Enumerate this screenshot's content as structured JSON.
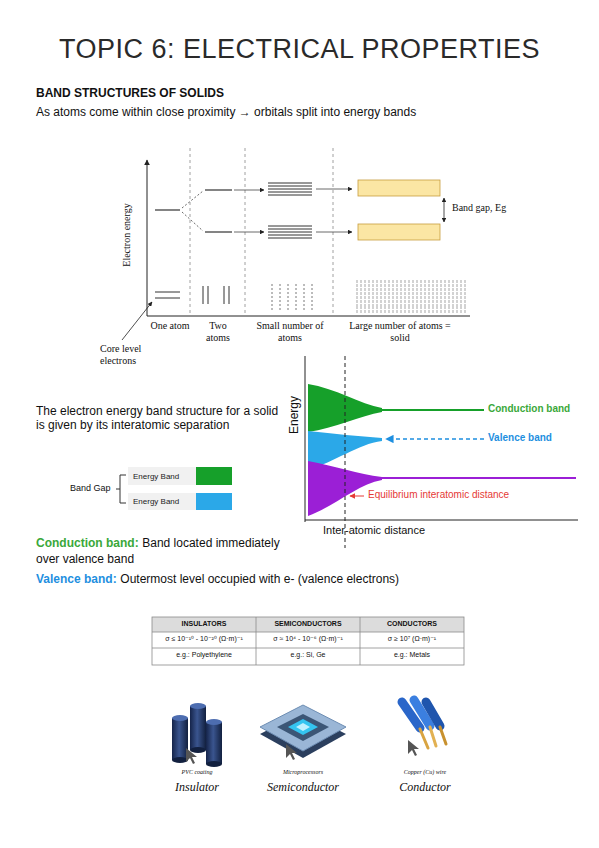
{
  "diagram": {
    "title": "TOPIC 6: ELECTRICAL PROPERTIES",
    "nodes": [
      {
        "text": [
          "Energy Band"
        ]
      },
      {
        "text": [
          "Energy Band"
        ]
      }
    ],
    "labels": [
      "BAND STRUCTURES OF SOLIDS",
      "As atoms come within close proximity → orbitals split into energy bands",
      "Electron energy",
      "Band gap, Eg",
      "One atom",
      "Two atoms",
      "Small number of atoms",
      "Large number of atoms = solid",
      "Core level electrons",
      "The electron energy band structure for a solid is given by its interatomic separation",
      "Band Gap",
      "Energy",
      "Conduction band",
      "Valence band",
      "Equilibrium interatomic distance",
      "Inter-atomic distance",
      "Conduction band:",
      "Band located immediately over valence band",
      "Valence band:",
      "Outermost level occupied with e- (valence electrons)",
      "INSULATORS",
      "SEMICONDUCTORS",
      "CONDUCTORS",
      "σ ≤ 10⁻¹⁰ - 10⁻²⁰ (Ω·m)⁻¹",
      "σ ≈ 10⁴ - 10⁻⁶ (Ω·m)⁻¹",
      "σ ≥ 10⁷ (Ω·m)⁻¹",
      "e.g.: Polyethylene",
      "e.g.: Si, Ge",
      "e.g.: Metals",
      "PVC coating",
      "Insulator",
      "Microprocessors",
      "Semiconductor",
      "Copper (Cu) wire",
      "Conductor"
    ]
  }
}
